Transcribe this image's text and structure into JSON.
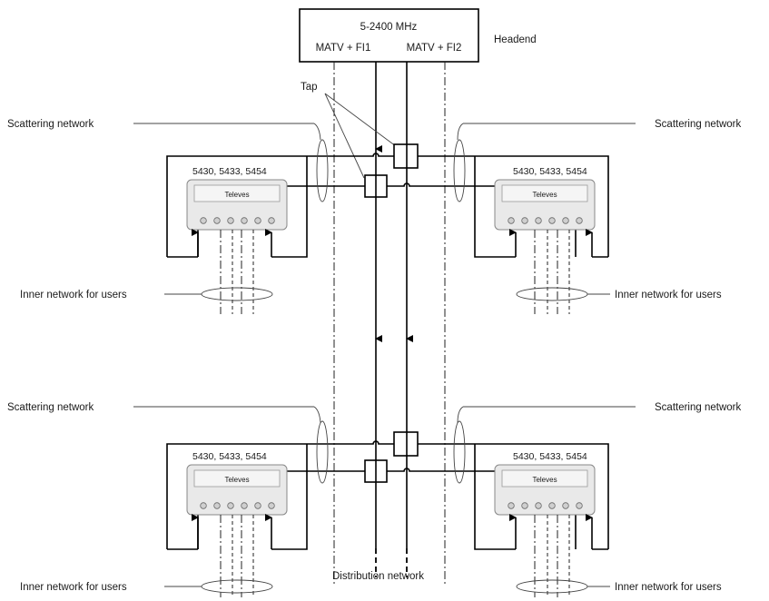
{
  "headend": {
    "freq": "5-2400 MHz",
    "out1": "MATV + FI1",
    "out2": "MATV + FI2",
    "label": "Headend"
  },
  "labels": {
    "tap": "Tap",
    "scattering": "Scattering network",
    "inner": "Inner network for users",
    "distribution": "Distribution network"
  },
  "device": {
    "models": "5430, 5433, 5454",
    "brand": "Televes"
  }
}
